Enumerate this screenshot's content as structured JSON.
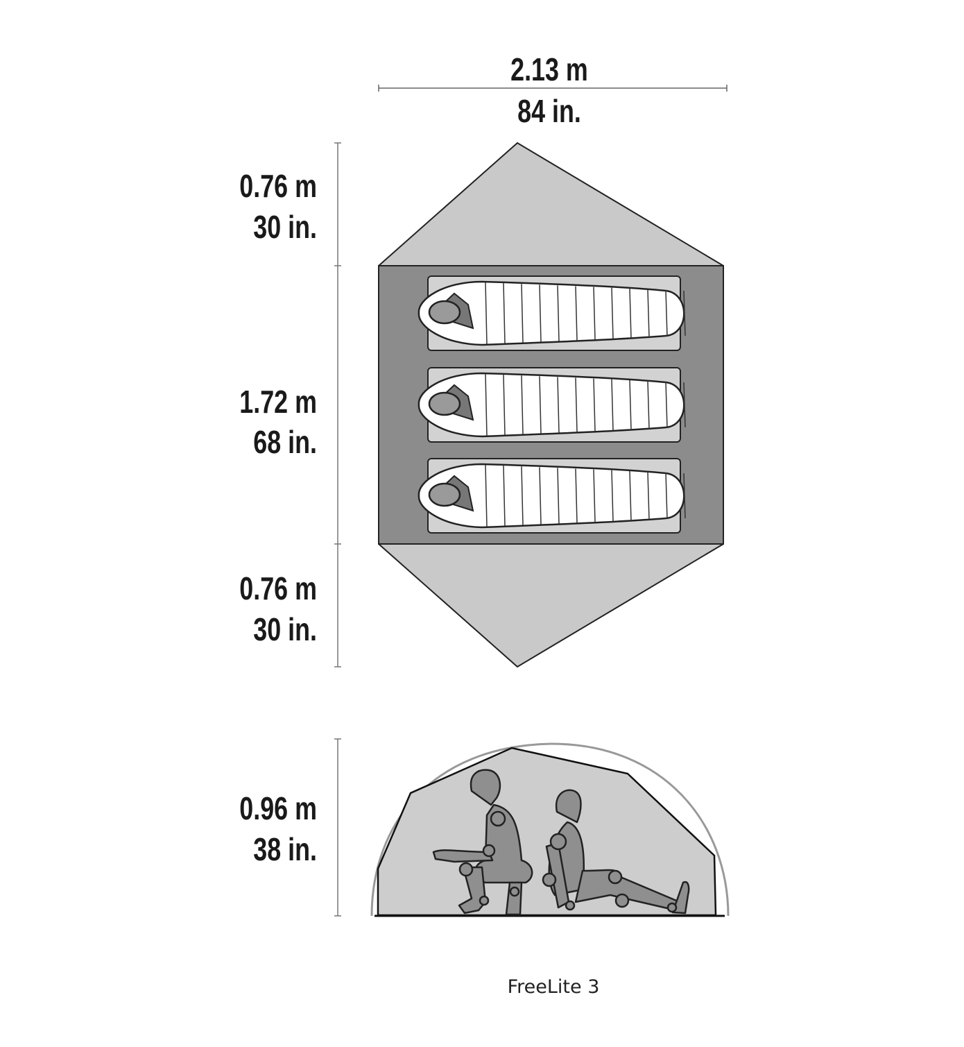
{
  "width_dimension": {
    "metric": "2.13 m",
    "imperial": "84 in."
  },
  "length_dimensions": [
    {
      "name": "vestibule-front",
      "metric": "0.76 m",
      "imperial": "30 in."
    },
    {
      "name": "floor",
      "metric": "1.72 m",
      "imperial": "68 in."
    },
    {
      "name": "vestibule-rear",
      "metric": "0.76 m",
      "imperial": "30 in."
    }
  ],
  "height_dimension": {
    "metric": "0.96 m",
    "imperial": "38 in."
  },
  "caption": "FreeLite 3",
  "sleepers": 3,
  "colors": {
    "vestibule": "#c9c9c9",
    "floor": "#8c8c8c",
    "pad": "#d2d2d2",
    "figure": "#8f8f8f",
    "interior": "#cdcdcd"
  }
}
